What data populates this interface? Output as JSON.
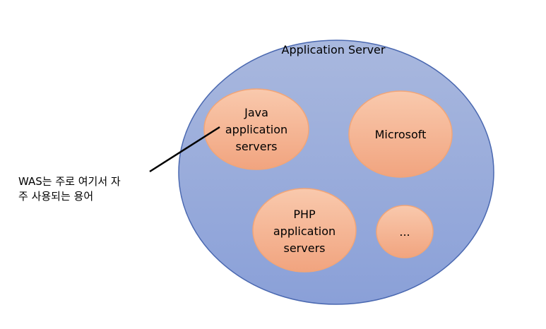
{
  "outer": {
    "label": "Application Server"
  },
  "nodes": [
    {
      "id": "java",
      "lines": [
        "Java",
        "application",
        "servers"
      ]
    },
    {
      "id": "microsoft",
      "lines": [
        "Microsoft"
      ]
    },
    {
      "id": "php",
      "lines": [
        "PHP",
        "application",
        "servers"
      ]
    },
    {
      "id": "more",
      "lines": [
        "..."
      ]
    }
  ],
  "annotation": {
    "lines": [
      "WAS는 주로 여기서 자",
      "주 사용되는 용어"
    ]
  },
  "colors": {
    "outer_fill_top": "#a9b8de",
    "outer_fill_bottom": "#8aa0d8",
    "outer_stroke": "#4a68b0",
    "node_fill_top": "#f9c9ad",
    "node_fill_bottom": "#f1a47f",
    "node_stroke": "#f2a577",
    "connector": "#000000"
  }
}
